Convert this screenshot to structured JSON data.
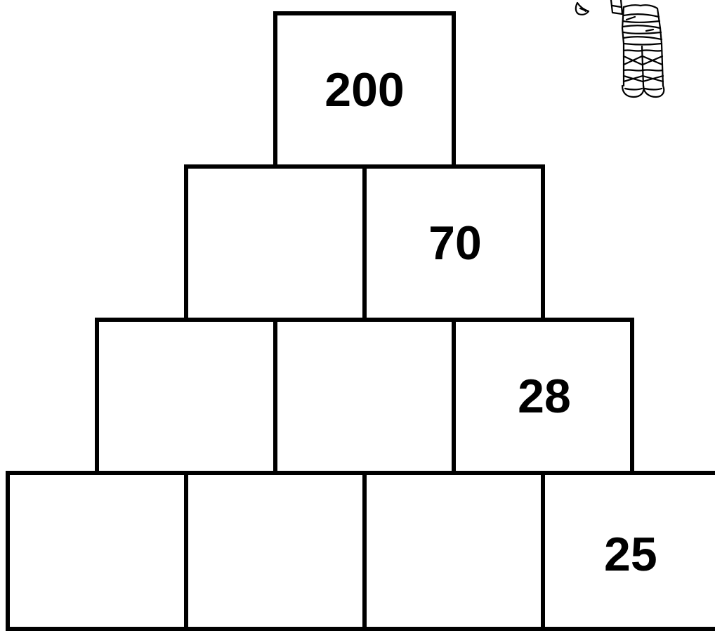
{
  "pyramid": {
    "rows": [
      [
        {
          "value": "200"
        }
      ],
      [
        {
          "value": ""
        },
        {
          "value": "70"
        }
      ],
      [
        {
          "value": ""
        },
        {
          "value": ""
        },
        {
          "value": "28"
        }
      ],
      [
        {
          "value": ""
        },
        {
          "value": ""
        },
        {
          "value": ""
        },
        {
          "value": "25"
        }
      ]
    ]
  },
  "decoration": {
    "icon": "mummy-icon",
    "line_color": "#000000",
    "background_color": "#ffffff"
  }
}
